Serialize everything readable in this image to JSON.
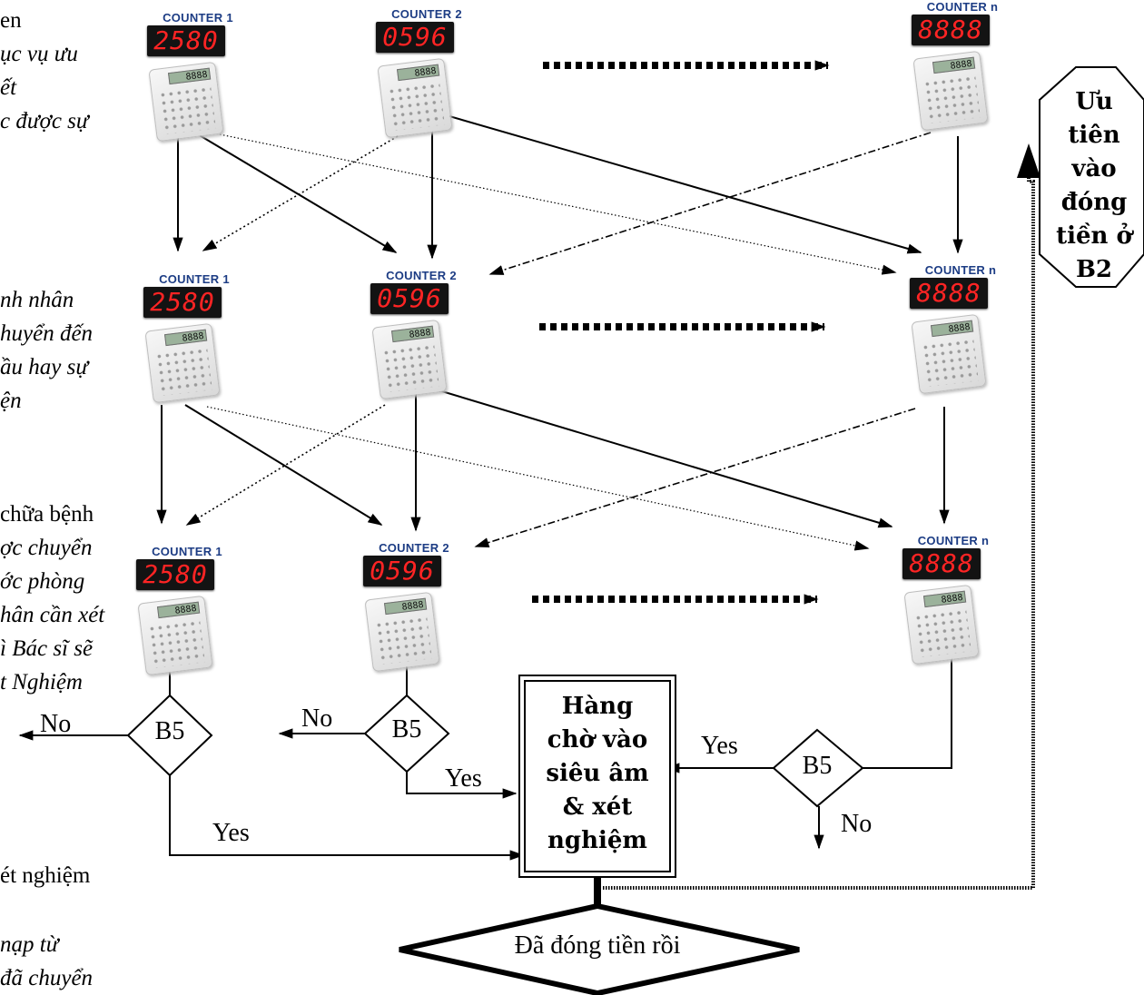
{
  "side_text": {
    "block1": [
      "en",
      "ục vụ ưu",
      "ết",
      "c được sự"
    ],
    "block2": [
      "nh nhân",
      "huyển đến",
      "ầu hay sự",
      "ện"
    ],
    "block3": [
      "chữa bệnh",
      "ợc chuyển",
      "ớc phòng",
      "hân cần xét",
      "ì Bác sĩ sẽ",
      "t Nghiệm"
    ],
    "block4": [
      "ét nghiệm"
    ],
    "block5": [
      "nạp từ",
      "đã chuyển"
    ]
  },
  "counters": {
    "r1c1": {
      "title": "COUNTER 1",
      "display": "2580",
      "pad": "8888"
    },
    "r1c2": {
      "title": "COUNTER 2",
      "display": "0596",
      "pad": "8888"
    },
    "r1cn": {
      "title": "COUNTER n",
      "display": "8888",
      "pad": "8888"
    },
    "r2c1": {
      "title": "COUNTER 1",
      "display": "2580",
      "pad": "8888"
    },
    "r2c2": {
      "title": "COUNTER 2",
      "display": "0596",
      "pad": "8888"
    },
    "r2cn": {
      "title": "COUNTER n",
      "display": "8888",
      "pad": "8888"
    },
    "r3c1": {
      "title": "COUNTER 1",
      "display": "2580",
      "pad": "8888"
    },
    "r3c2": {
      "title": "COUNTER 2",
      "display": "0596",
      "pad": "8888"
    },
    "r3cn": {
      "title": "COUNTER n",
      "display": "8888",
      "pad": "8888"
    }
  },
  "priority_box": [
    "Ưu",
    "tiên",
    "vào",
    "đóng",
    "tiền ở",
    "B2"
  ],
  "waiting_box": [
    "Hàng",
    "chờ vào",
    "siêu âm",
    "& xét",
    "nghiệm"
  ],
  "decisions": {
    "b5_1": "B5",
    "b5_2": "B5",
    "b5_3": "B5"
  },
  "edge_labels": {
    "no_1": "No",
    "yes_1": "Yes",
    "no_2": "No",
    "yes_2": "Yes",
    "no_3": "No",
    "yes_3": "Yes"
  },
  "paid_label": "Đã đóng tiền rồi",
  "colors": {
    "counter_title": "#1c3c84",
    "led_bg": "#131313",
    "led_digits": "#ff2424"
  }
}
